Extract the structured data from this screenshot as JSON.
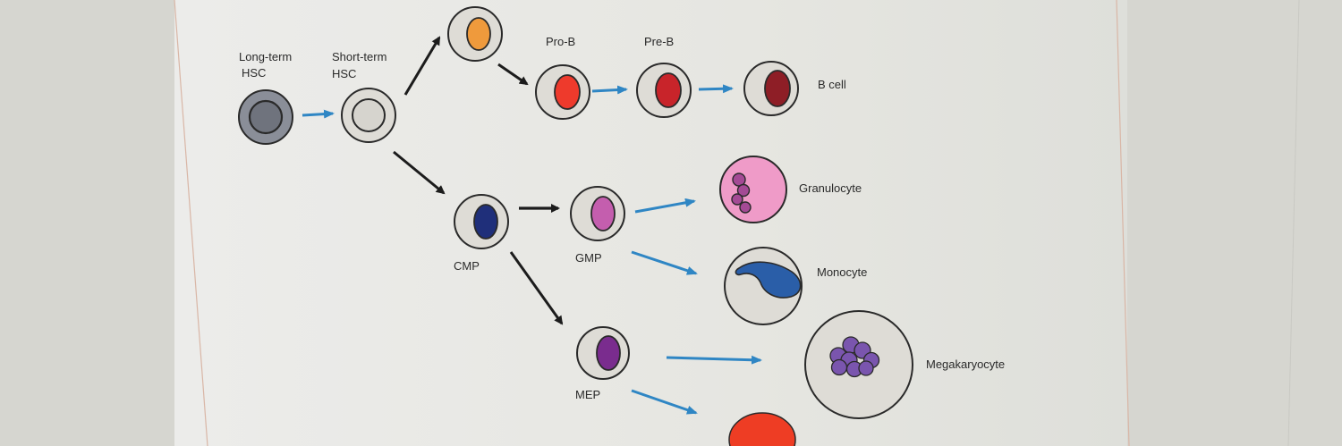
{
  "colors": {
    "page": "#e9e9e4",
    "background": "#d9d9d3",
    "cell_ring": "#2a2a2a",
    "cell_fill": "#dedcd6",
    "arrow_blue": "#2f86c4",
    "arrow_black": "#1c1c1c"
  },
  "labels": {
    "long_term": "Long-term",
    "long_term_hsc": "HSC",
    "short_term": "Short-term",
    "short_term_hsc": "HSC",
    "pro_b": "Pro-B",
    "pre_b": "Pre-B",
    "b_cell": "B cell",
    "granulocyte": "Granulocyte",
    "monocyte": "Monocyte",
    "megakaryocyte": "Megakaryocyte",
    "cmp": "CMP",
    "gmp": "GMP",
    "mep": "MEP"
  },
  "cells": {
    "long_term_hsc": {
      "nucleus": "#6f737d",
      "membrane": "#8a8e98"
    },
    "short_term_hsc": {
      "nucleus": "#d6d4ce"
    },
    "clp": {
      "nucleus": "#ef9a3c"
    },
    "pro_b": {
      "nucleus": "#ee3a2c"
    },
    "pre_b": {
      "nucleus": "#c8242a"
    },
    "b_cell": {
      "nucleus": "#8e1e26"
    },
    "cmp": {
      "nucleus": "#1f2f7a"
    },
    "gmp": {
      "nucleus": "#c45eae"
    },
    "mep": {
      "nucleus": "#7a2c8e"
    },
    "granulocyte": {
      "cytoplasm": "#ef9bc8",
      "nucleus": "#a44a95"
    },
    "monocyte": {
      "nucleus": "#2a5ea8"
    },
    "megakaryocyte": {
      "nucleus": "#7a55ae"
    },
    "erythrocyte": {
      "fill": "#ee3d24"
    }
  }
}
